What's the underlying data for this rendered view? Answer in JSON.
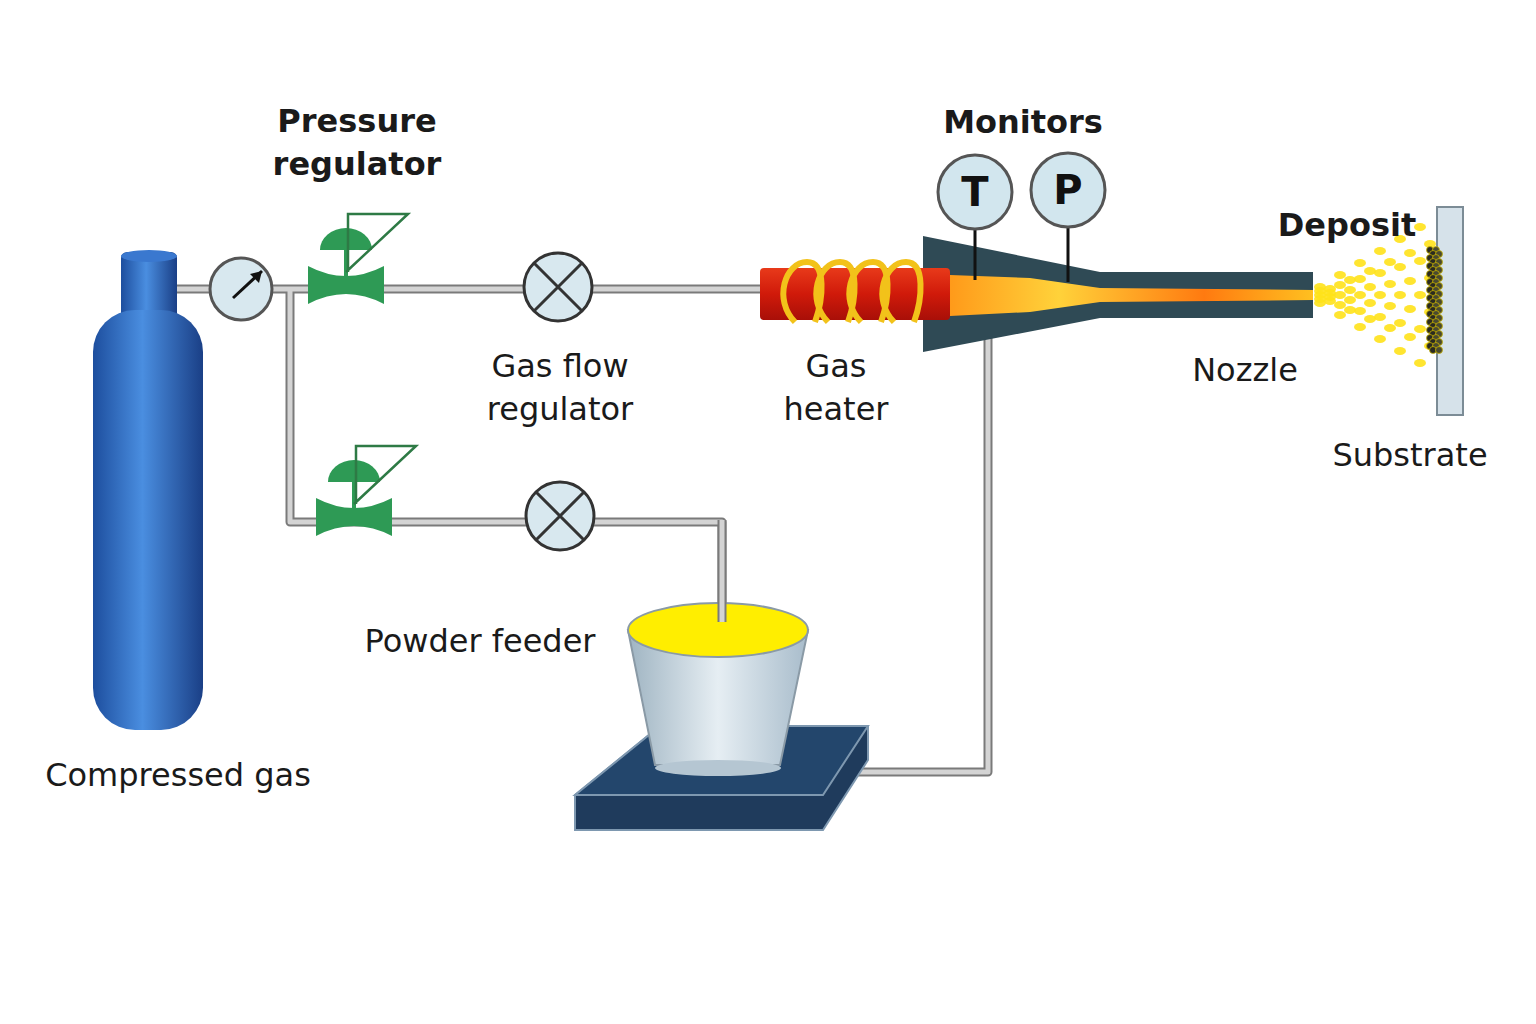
{
  "diagram": {
    "nodes": [
      {
        "text": [
          "T"
        ]
      },
      {
        "text": [
          "P"
        ]
      }
    ],
    "labels": [
      "Pressure regulator",
      "Monitors",
      "Deposit",
      "Gas flow regulator",
      "Gas heater",
      "Nozzle",
      "Substrate",
      "Powder feeder",
      "Compressed gas"
    ]
  }
}
